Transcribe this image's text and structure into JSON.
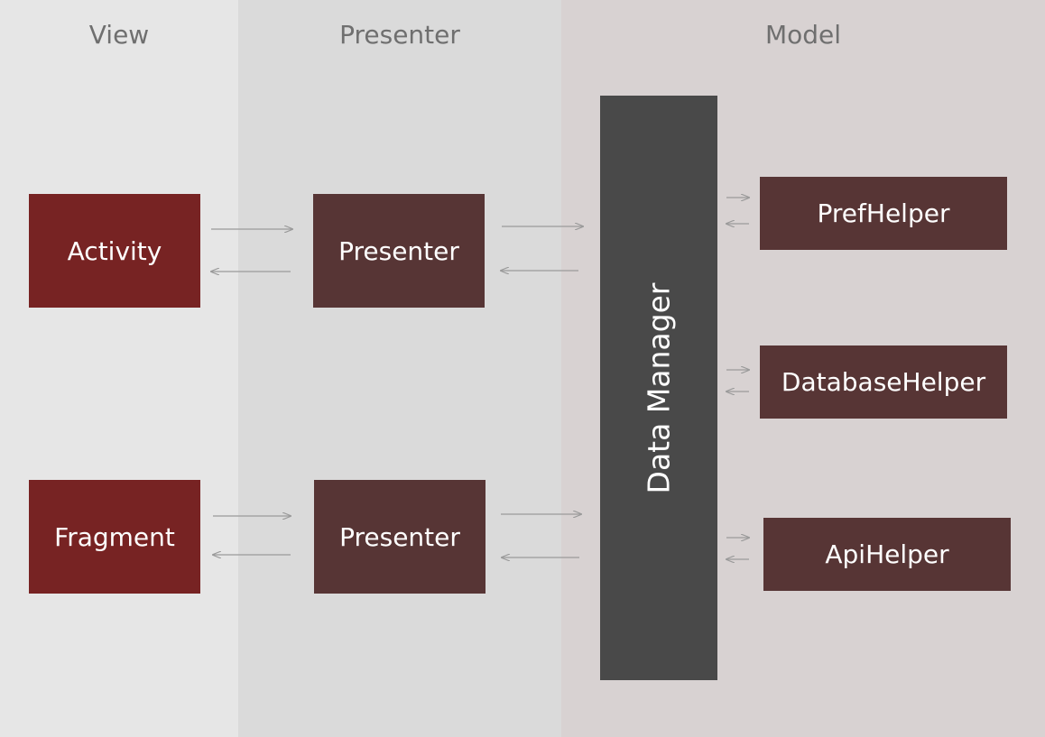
{
  "columns": {
    "view": "View",
    "presenter": "Presenter",
    "model": "Model"
  },
  "view_boxes": {
    "activity": "Activity",
    "fragment": "Fragment"
  },
  "presenter_boxes": {
    "top": "Presenter",
    "bottom": "Presenter"
  },
  "data_manager": "Data Manager",
  "helpers": {
    "pref": "PrefHelper",
    "database": "DatabaseHelper",
    "api": "ApiHelper"
  },
  "colors": {
    "view_box": "#772323",
    "presenter_box": "#573535",
    "data_manager": "#494949",
    "arrow": "#9a9a9a"
  }
}
